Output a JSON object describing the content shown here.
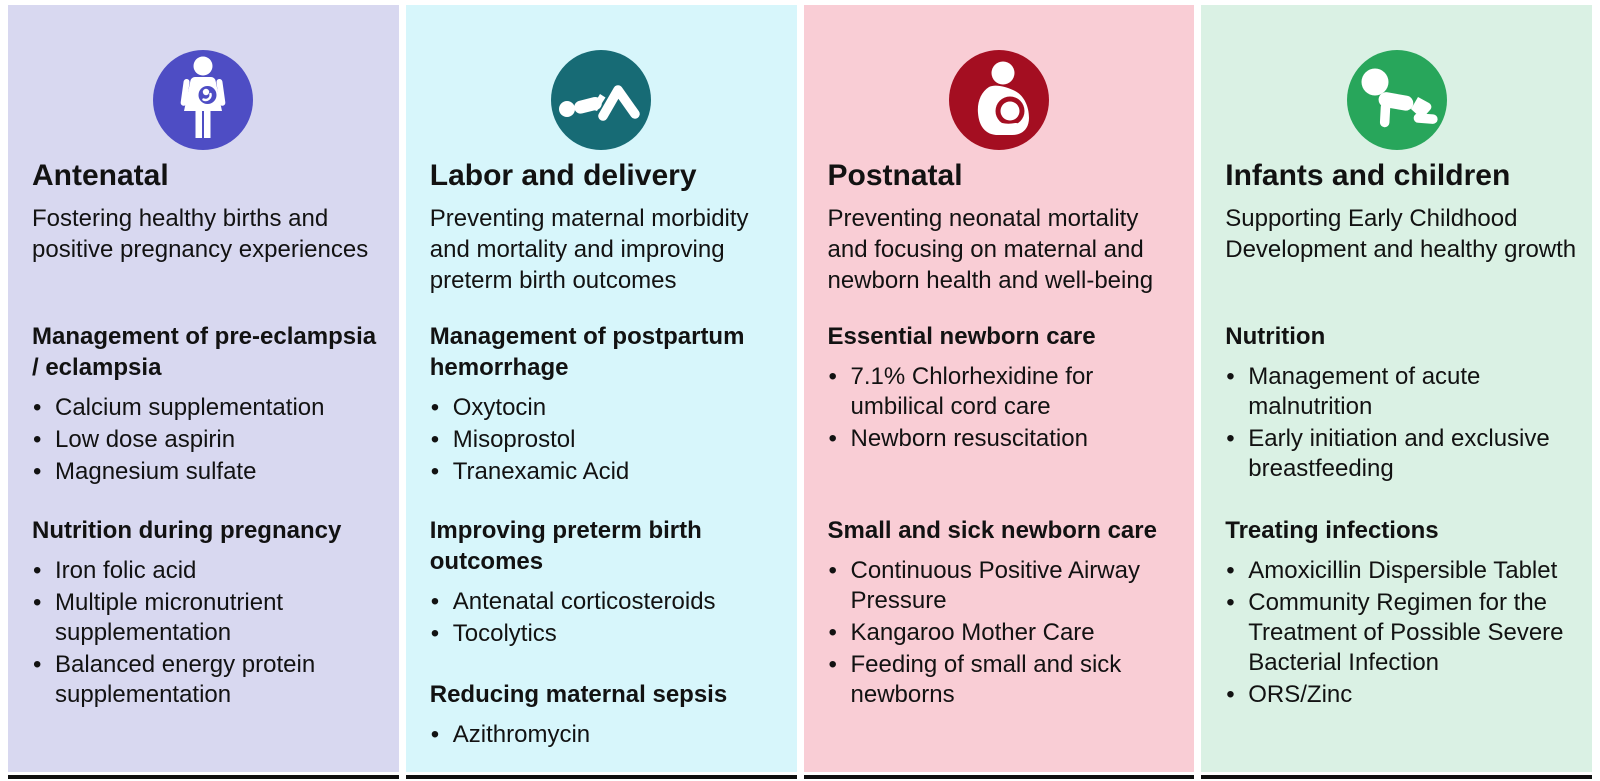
{
  "page": {
    "background": "#ffffff",
    "baseline_color": "#0f0f0f",
    "text_color": "#121212"
  },
  "columns": [
    {
      "title": "Antenatal",
      "description": "Fostering healthy births and positive pregnancy experiences",
      "icon": "pregnant-woman-icon",
      "bg": "#d8d8f0",
      "accent": "#4e4dc4",
      "sections": [
        {
          "heading": "Management of pre-eclampsia / eclampsia",
          "items": [
            "Calcium supplementation",
            "Low dose aspirin",
            "Magnesium sulfate"
          ]
        },
        {
          "heading": "Nutrition during pregnancy",
          "items": [
            "Iron folic acid",
            "Multiple micronutrient supplementation",
            "Balanced energy protein supplementation"
          ]
        }
      ]
    },
    {
      "title": "Labor and delivery",
      "description": "Preventing maternal morbidity and mortality and improving preterm birth outcomes",
      "icon": "laboring-person-icon",
      "bg": "#d7f6fb",
      "accent": "#176b75",
      "sections": [
        {
          "heading": "Management of postpartum hemorrhage",
          "items": [
            "Oxytocin",
            "Misoprostol",
            "Tranexamic Acid"
          ]
        },
        {
          "heading": "Improving preterm birth outcomes",
          "items": [
            "Antenatal corticosteroids",
            "Tocolytics"
          ]
        },
        {
          "heading": "Reducing maternal sepsis",
          "items": [
            "Azithromycin"
          ]
        }
      ]
    },
    {
      "title": "Postnatal",
      "description": "Preventing neonatal mortality and focusing on maternal and newborn health and well-being",
      "icon": "breastfeeding-icon",
      "bg": "#f9cdd5",
      "accent": "#a40e21",
      "sections": [
        {
          "heading": "Essential newborn care",
          "items": [
            "7.1% Chlorhexidine for umbilical cord care",
            "Newborn resuscitation"
          ]
        },
        {
          "heading": "Small and sick newborn care",
          "items": [
            "Continuous Positive Airway Pressure",
            "Kangaroo Mother Care",
            "Feeding of small and sick newborns"
          ]
        }
      ]
    },
    {
      "title": "Infants and children",
      "description": "Supporting Early Childhood Development and healthy growth",
      "icon": "crawling-baby-icon",
      "bg": "#daf1e4",
      "accent": "#28a65b",
      "sections": [
        {
          "heading": "Nutrition",
          "items": [
            "Management of acute malnutrition",
            "Early initiation and exclusive breastfeeding"
          ]
        },
        {
          "heading": "Treating infections",
          "items": [
            "Amoxicillin Dispersible Tablet",
            "Community Regimen for the Treatment of Possible Severe Bacterial Infection",
            "ORS/Zinc"
          ]
        }
      ]
    }
  ]
}
